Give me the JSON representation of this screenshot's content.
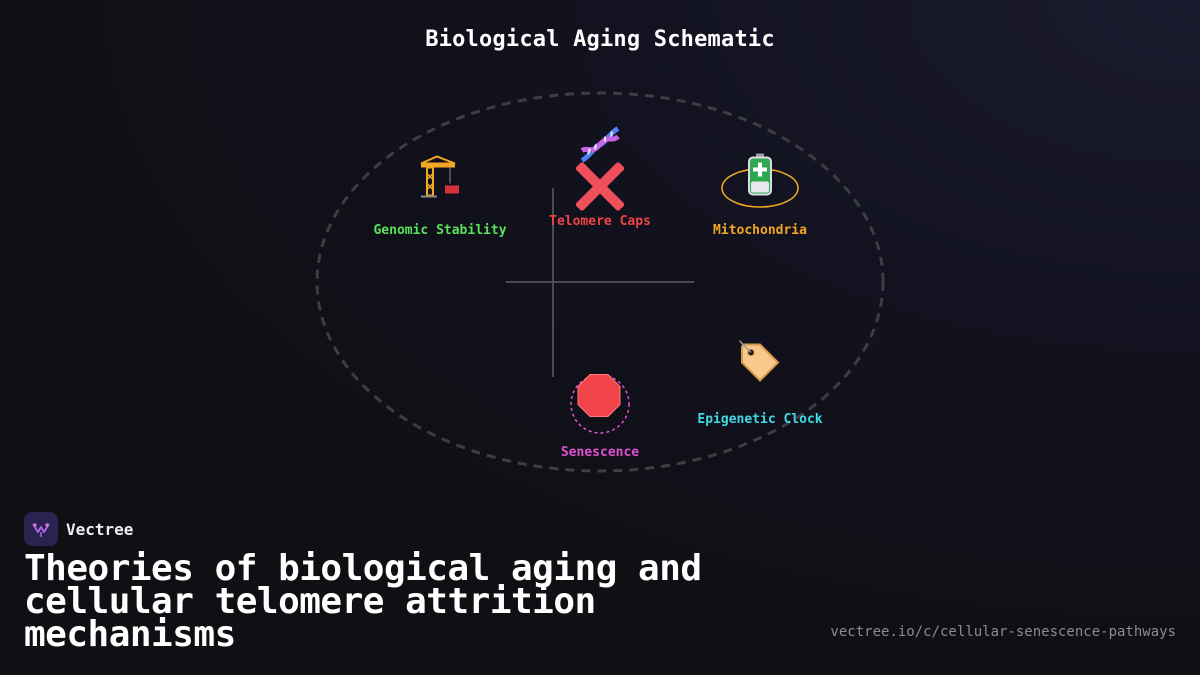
{
  "diagram": {
    "title": "Biological Aging Schematic",
    "nodes": {
      "genomic": {
        "label": "Genomic Stability",
        "icon": "construction-crane-icon",
        "color": "#58e25a"
      },
      "telomere": {
        "label": "Telomere Caps",
        "icon": "dna-icon",
        "status_icon": "cross-mark-icon",
        "color": "#ef4444"
      },
      "mito": {
        "label": "Mitochondria",
        "icon": "battery-icon",
        "color": "#f5a623"
      },
      "epigenetic": {
        "label": "Epigenetic Clock",
        "icon": "label-tag-icon",
        "color": "#40d9e6"
      },
      "senescence": {
        "label": "Senescence",
        "icon": "stop-sign-icon",
        "color": "#e04fd4"
      }
    }
  },
  "footer": {
    "brand": "Vectree",
    "headline": "Theories of biological aging and cellular telomere attrition mechanisms",
    "url": "vectree.io/c/cellular-senescence-pathways"
  }
}
